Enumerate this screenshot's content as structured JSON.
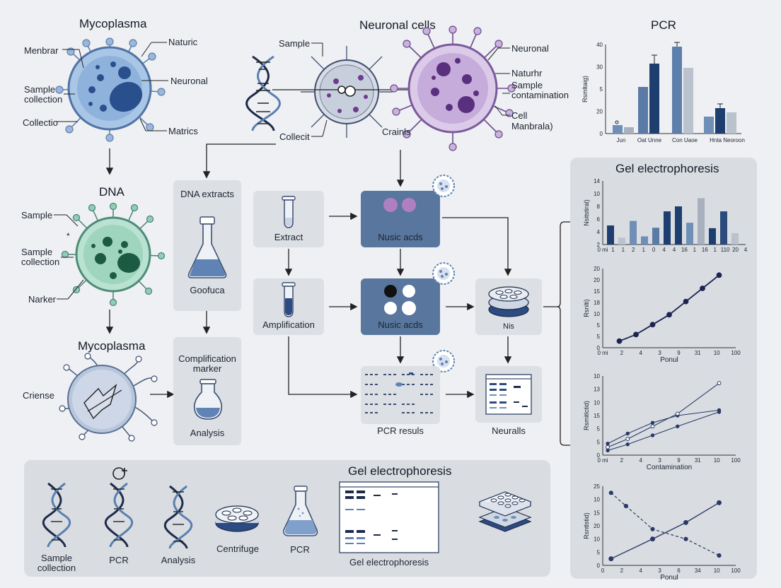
{
  "top": {
    "mycoplasma_title": "Mycoplasma",
    "mycoplasma_labels": [
      "Menbrar",
      "Naturic",
      "Neuronal",
      "Sample collection",
      "Collectio",
      "Matrics"
    ],
    "neuronal_title": "Neuronal cells",
    "neuronal_left_labels": [
      "Sample",
      "Collecit",
      "Crainls"
    ],
    "neuronal_right_labels": [
      "Neuronal",
      "Naturhr",
      "Sample contamination",
      "Cell Manbrala)"
    ],
    "pcr_title": "PCR"
  },
  "left": {
    "dna_title": "DNA",
    "dna_labels": [
      "Sample",
      "Sample collection",
      "Narker"
    ],
    "mycoplasma2_title": "Mycoplasma",
    "mycoplasma2_label": "Criense"
  },
  "middle": {
    "dna_extracts": "DNA extracts",
    "goofuca": "Goofuca",
    "complification": "Complification marker",
    "analysis": "Analysis",
    "extract": "Extract",
    "amplification": "Amplification",
    "nusic_acids_1": "Nusic acds",
    "nusic_acids_2": "Nusic acds",
    "pcr_results": "PCR resuls",
    "nis": "Nis",
    "neuralls": "Neuralls"
  },
  "bottom": {
    "title": "Gel electrophoresis",
    "items": [
      "Sample collection",
      "PCR",
      "Analysis",
      "Centrifuge",
      "PCR",
      "Gel electrophoresis"
    ]
  },
  "right_panel": {
    "title": "Gel electrophoresis"
  },
  "chart_data": [
    {
      "type": "bar",
      "title": "PCR",
      "ylabel": "Rsmltaig)",
      "yticks": [
        "40",
        "30",
        "5",
        "20",
        "0"
      ],
      "categories": [
        "Jun",
        "Oat Unne",
        "Con Uaoe",
        "Hnta Neoroon"
      ],
      "values": [
        4,
        3,
        22,
        33,
        41,
        31,
        8,
        12,
        10
      ],
      "errors": [
        0,
        0,
        0,
        4,
        2,
        0,
        0,
        2,
        0
      ],
      "colors": [
        "#6f8fb7",
        "#a8b1bd",
        "#5a7ba6",
        "#1d3e6e",
        "#5d7fab",
        "#b9c2cd",
        "#6f8fb7",
        "#1d3e6e",
        "#b9c2cd"
      ],
      "ylim": [
        0,
        42
      ]
    },
    {
      "type": "bar",
      "ylabel": "Nsitstiral)",
      "yticks": [
        "14",
        "10",
        "8",
        "6",
        "4",
        "2"
      ],
      "xticks": [
        "0 mi",
        "1",
        "1",
        "2",
        "1",
        "0",
        "4",
        "4",
        "16",
        "1",
        "16",
        "1",
        "110",
        "20",
        "4"
      ],
      "values": [
        4.2,
        1.5,
        5.2,
        1.8,
        3.7,
        7.3,
        8.4,
        4.8,
        10.2,
        3.6,
        7.3,
        2.5
      ],
      "colors": [
        "#1d3e6e",
        "#b9c2cd",
        "#6f8fb7",
        "#6f8fb7",
        "#5a7ba6",
        "#1d3e6e",
        "#1d3e6e",
        "#6f8fb7",
        "#a8b1bd",
        "#1d3e6e",
        "#2a4b7c",
        "#b9c2cd"
      ],
      "ylim": [
        0,
        14
      ]
    },
    {
      "type": "line",
      "ylabel": "Rsnlti)",
      "xlabel": "Ponul",
      "yticks": [
        "20",
        "20",
        "15",
        "18",
        "10",
        "5",
        "5",
        "0"
      ],
      "xticks": [
        "0 mi",
        "2",
        "4",
        "3",
        "9",
        "31",
        "10",
        "100"
      ],
      "series": [
        {
          "x": [
            1,
            2,
            3,
            4,
            5,
            6,
            7
          ],
          "y": [
            2,
            4,
            7,
            10,
            14,
            18,
            22
          ]
        }
      ],
      "xlim": [
        0,
        8
      ],
      "ylim": [
        0,
        24
      ]
    },
    {
      "type": "line",
      "ylabel": "Rsmitlctid)",
      "xlabel": "Contamination",
      "yticks": [
        "10",
        "13",
        "10",
        "15",
        "5",
        "5",
        "0"
      ],
      "xticks": [
        "0 mi",
        "2",
        "4",
        "3",
        "9",
        "31",
        "10",
        "100"
      ],
      "series": [
        {
          "x": [
            0.3,
            1.5,
            3,
            4.5,
            7
          ],
          "y": [
            3.2,
            6,
            9,
            11,
            12.5
          ]
        },
        {
          "x": [
            0.3,
            1.5,
            3,
            4.5,
            7
          ],
          "y": [
            2.2,
            4.5,
            8,
            11.5,
            20
          ]
        },
        {
          "x": [
            0.3,
            1.5,
            3,
            4.5,
            7
          ],
          "y": [
            1.3,
            3,
            5.5,
            8,
            12
          ]
        }
      ],
      "ylim": [
        0,
        22
      ],
      "xlim": [
        0,
        8
      ]
    },
    {
      "type": "line",
      "ylabel": "Rsntlstid)",
      "xlabel": "Ponul",
      "yticks": [
        "25",
        "10",
        "15",
        "20",
        "10",
        "5",
        "0"
      ],
      "xticks": [
        "0",
        "2",
        "4",
        "3",
        "6",
        "34",
        "10",
        "100"
      ],
      "series": [
        {
          "x": [
            0.5,
            3,
            5,
            7
          ],
          "y": [
            2,
            8,
            13,
            19
          ]
        },
        {
          "x": [
            0.5,
            1.4,
            3,
            5,
            7
          ],
          "y": [
            22,
            18,
            11,
            8,
            3
          ]
        }
      ],
      "ylim": [
        0,
        24
      ],
      "xlim": [
        0,
        8
      ]
    }
  ]
}
